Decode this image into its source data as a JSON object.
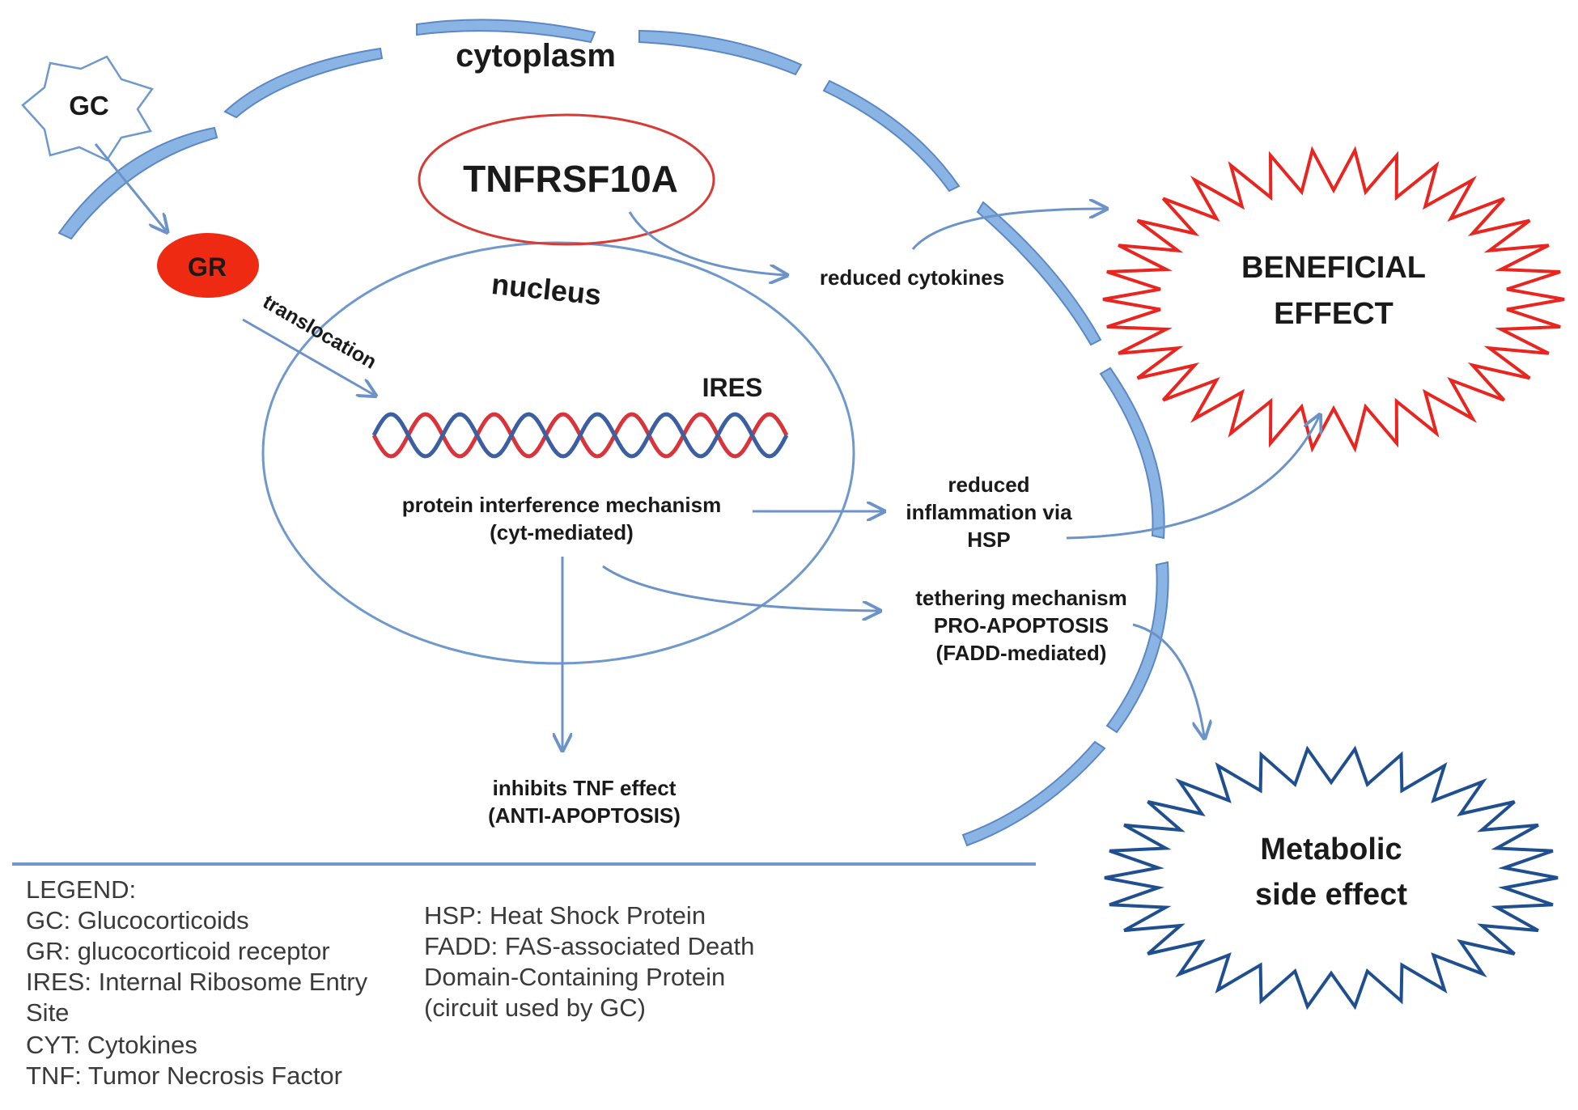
{
  "labels": {
    "cytoplasm": "cytoplasm",
    "gc": "GC",
    "gr": "GR",
    "tnfrsf10a": "TNFRSF10A",
    "reduced_cytokines": "reduced cytokines",
    "nucleus": "nucleus",
    "translocation": "translocation",
    "ires": "IRES",
    "protein_interference_1": "protein interference mechanism",
    "protein_interference_2": "(cyt-mediated)",
    "reduced_inflammation_1": "reduced",
    "reduced_inflammation_2": "inflammation via",
    "reduced_inflammation_3": "HSP",
    "tethering_1": "tethering mechanism",
    "tethering_2": "PRO-APOPTOSIS",
    "tethering_3": "(FADD-mediated)",
    "inhibits_1": "inhibits TNF effect",
    "inhibits_2": "(ANTI-APOPTOSIS)",
    "beneficial_1": "BENEFICIAL",
    "beneficial_2": "EFFECT",
    "metabolic_1": "Metabolic",
    "metabolic_2": "side effect"
  },
  "legend": {
    "left": [
      "LEGEND:",
      "GC: Glucocorticoids",
      "GR: glucocorticoid receptor",
      "IRES: Internal Ribosome Entry",
      "Site",
      "CYT: Cytokines",
      "TNF: Tumor Necrosis Factor"
    ],
    "right": [
      "HSP: Heat Shock Protein",
      "FADD: FAS-associated Death",
      "Domain-Containing Protein",
      "(circuit used by GC)"
    ]
  },
  "colors": {
    "membrane": "#8ab4e3",
    "arrow": "#6c93c8",
    "gr_fill": "#ee2a12",
    "tnfrsf_outline": "#d83a36",
    "nucleus_outline": "#6f98cc",
    "beneficial_star": "#e8251f",
    "metabolic_star": "#1f4f8f",
    "dna_red": "#d9343a",
    "dna_blue": "#3b5fa0"
  }
}
